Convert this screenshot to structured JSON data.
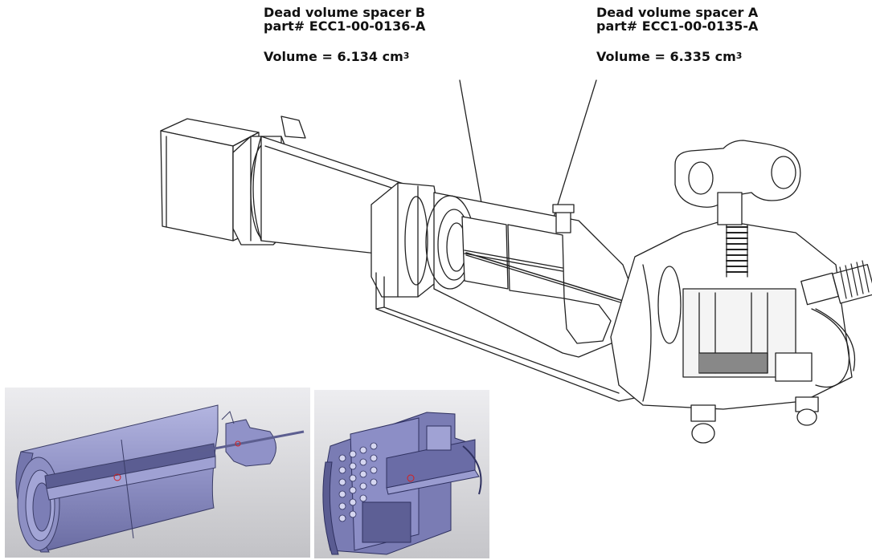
{
  "spacer_b": {
    "title": "Dead volume spacer B",
    "part": "part# ECC1-00-0136-A",
    "volume_prefix": "Volume = 6.134 cm",
    "volume_exp": "3"
  },
  "spacer_a": {
    "title": "Dead volume spacer A",
    "part": "part# ECC1-00-0135-A",
    "volume_prefix": "Volume = 6.335 cm",
    "volume_exp": "3"
  },
  "colors": {
    "line": "#222222",
    "cad_fill": "#9a9ccc",
    "cad_dark": "#5d5f95",
    "inset_bg_top": "#e7e7ea",
    "inset_bg_bottom": "#c4c4c8"
  }
}
